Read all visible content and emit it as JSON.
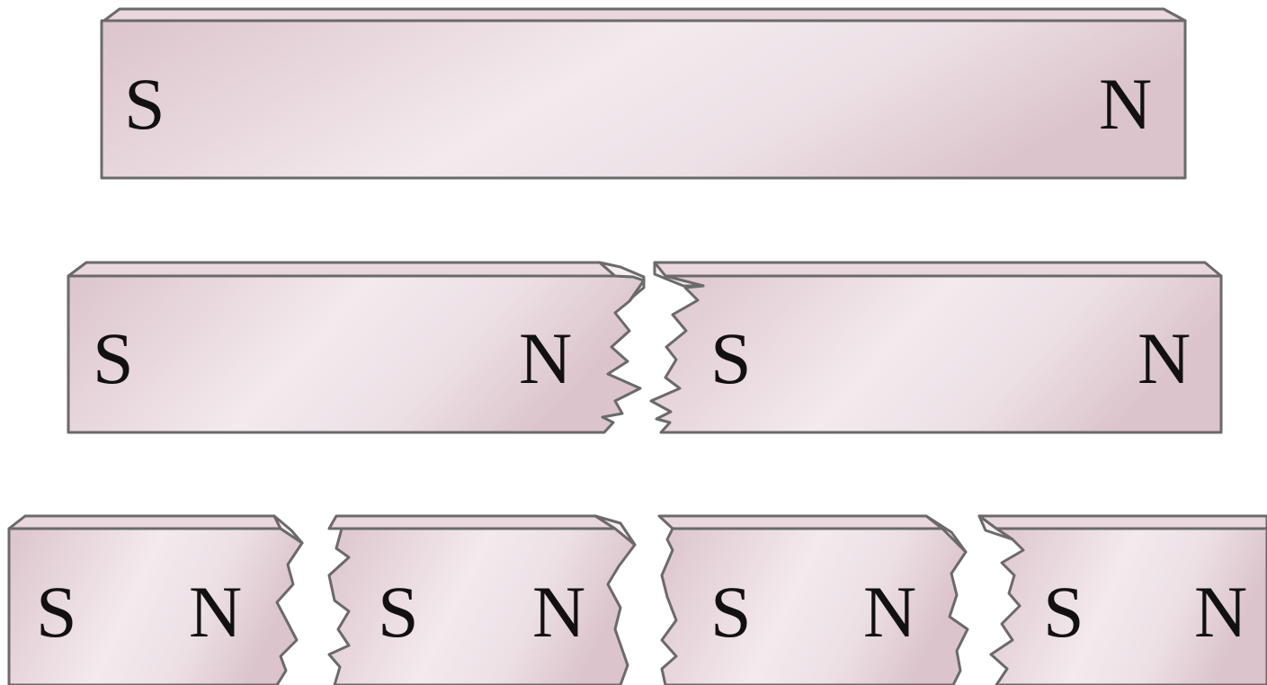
{
  "diagram": {
    "rows": [
      {
        "magnets": [
          {
            "left_pole": "S",
            "right_pole": "N"
          }
        ]
      },
      {
        "magnets": [
          {
            "left_pole": "S",
            "right_pole": "N"
          },
          {
            "left_pole": "S",
            "right_pole": "N"
          }
        ]
      },
      {
        "magnets": [
          {
            "left_pole": "S",
            "right_pole": "N"
          },
          {
            "left_pole": "S",
            "right_pole": "N"
          },
          {
            "left_pole": "S",
            "right_pole": "N"
          },
          {
            "left_pole": "S",
            "right_pole": "N"
          }
        ]
      }
    ],
    "colors": {
      "magnet_face_edge": "#dcc4cc",
      "magnet_face_center": "#f3eaee",
      "magnet_top": "#ead7dd",
      "outline": "#6a6a6a",
      "label": "#111111"
    }
  }
}
